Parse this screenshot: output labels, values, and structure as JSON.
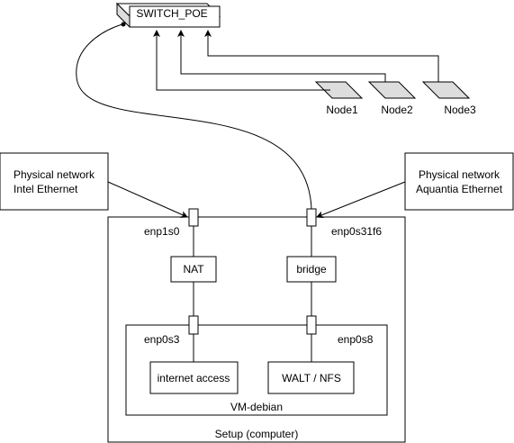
{
  "switch": {
    "label": "SWITCH_POE"
  },
  "nodes": [
    {
      "label": "Node1"
    },
    {
      "label": "Node2"
    },
    {
      "label": "Node3"
    }
  ],
  "physical_networks": {
    "intel": {
      "line1": "Physical network",
      "line2": "Intel Ethernet"
    },
    "aquantia": {
      "line1": "Physical network",
      "line2": "Aquantia Ethernet"
    }
  },
  "setup": {
    "label": "Setup (computer)",
    "interfaces": {
      "left": "enp1s0",
      "right": "enp0s31f6"
    },
    "nat": {
      "label": "NAT"
    },
    "bridge": {
      "label": "bridge"
    }
  },
  "vm": {
    "label": "VM-debian",
    "interfaces": {
      "left": "enp0s3",
      "right": "enp0s8"
    },
    "internet": {
      "label": "internet access"
    },
    "walt": {
      "label": "WALT / NFS"
    }
  },
  "colors": {
    "stroke": "#000000",
    "node_fill": "#dddddd",
    "switch_fill": "#dddddd",
    "background": "#ffffff"
  }
}
